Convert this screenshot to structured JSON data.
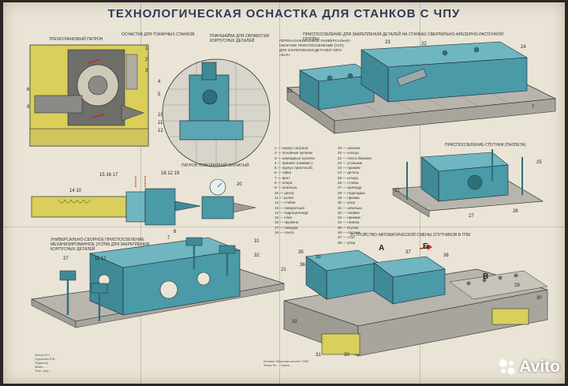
{
  "poster": {
    "title": "ТЕХНОЛОГИЧЕСКАЯ ОСНАСТКА ДЛЯ СТАНКОВ С ЧПУ",
    "colors": {
      "paper": "#e9e4d6",
      "teal": "#4a9aa7",
      "yellow": "#d9cf5a",
      "title": "#2f3a5a"
    }
  },
  "captions": {
    "lathe_tooling": "ОСНАСТКА ДЛЯ ТОКАРНЫХ СТАНКОВ",
    "three_jaw_chuck": "ТРЕХКУЛАЧКОВЫЙ ПАТРОН",
    "faceplate": "ПЛАНШАЙБА ДЛЯ ОБРАБОТКИ КОРПУСНЫХ ДЕТАЛЕЙ",
    "drilling_milling": "ПРИСПОСОБЛЕНИЕ ДЛЯ ЗАКРЕПЛЕНИЯ ДЕТАЛЕЙ НА СТАНКАХ СВЕРЛИЛЬНО-ФРЕЗЕРНО-РАСТОЧНОЙ ГРУППЫ",
    "reconfigurable": "ПЕРЕНАЛАЖИВАЕМОЕ УНИВЕРСАЛЬНО-СБОРНОЕ ПРИСПОСОБЛЕНИЕ (УСП) ДЛЯ ЗАКРЕПЛЕНИЯ ДЕТАЛЕЙ ТИПА «ВАЛ»",
    "driving_chuck": "ПАТРОН ПОВОДКОВЫЙ ЗУБЧАТЫЙ",
    "pallet": "ПРИСПОСОБЛЕНИЕ-СПУТНИК (ПАЛЛЕТА)",
    "usp_mechanized": "УНИВЕРСАЛЬНО-СБОРНОЕ ПРИСПОСОБЛЕНИЕ МЕХАНИЗИРОВАННОЕ (УСПМ) ДЛЯ ЗАКРЕПЛЕНИЯ КОРПУСНЫХ ДЕТАЛЕЙ",
    "auto_pallet": "УСТРОЙСТВО АВТОМАТИЧЕСКОЙ СМЕНЫ СПУТНИКОВ В ГПМ"
  },
  "legend": [
    "1 — корпус патрона",
    "2 — основные кулачки",
    "3 — накладные кулачки",
    "4 — прихват (нажимн.)",
    "5 — корпус приспособ.",
    "6 — гайка",
    "7 — винт",
    "8 — опора",
    "9 — шпилька",
    "10 — центр",
    "11 — рычаг",
    "12 — стойка",
    "13 — поворотный",
    "14 — гидроцилиндр",
    "15 — клин",
    "16 — пружина",
    "17 — поводки",
    "18 — плита",
    "19 — шпонка",
    "20 — кольцо",
    "21 — плита базовая",
    "22 — угольник",
    "23 — прижим",
    "24 — деталь",
    "25 — штырь",
    "26 — стойка",
    "27 — цилиндр",
    "28 — подкладка",
    "29 — призма",
    "30 — упор",
    "31 — шпилька",
    "32 — пневмо",
    "33 — прижим",
    "34 — планка",
    "35 — втулка",
    "36 — спутник",
    "37 — стол",
    "38 — упор"
  ],
  "letters": {
    "a": "А",
    "b": "Б",
    "v": "В"
  },
  "credits": [
    "Автор В.Н. ...",
    "Художник В.В. ...",
    "Редактор ...",
    "Макет ...",
    "Техн. ред. ..."
  ],
  "credits_center": [
    "Москва «Высшая школа» 1989",
    "Заказ № ... Тираж ..."
  ],
  "watermark": {
    "text": "Avito",
    "icon": "avito-logo-icon"
  }
}
